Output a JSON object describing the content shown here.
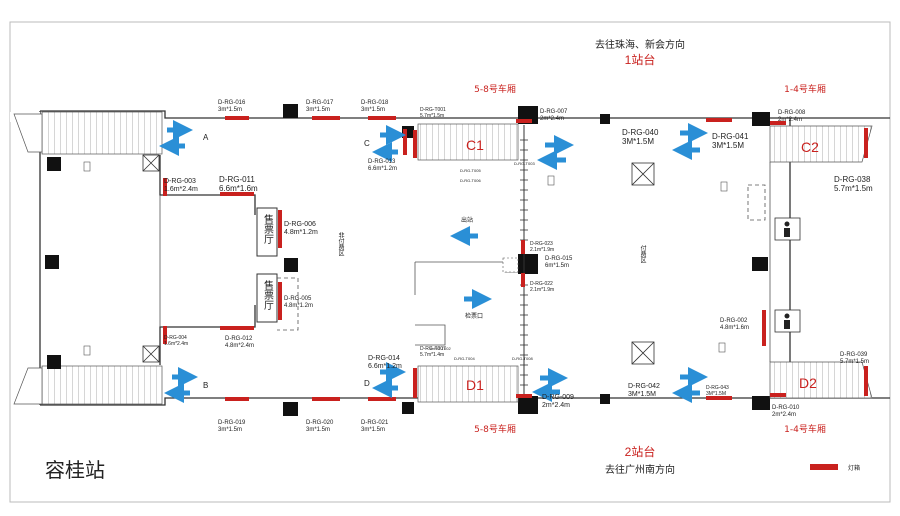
{
  "station_name": "容桂站",
  "platform1": {
    "label": "1站台",
    "direction": "去往珠海、新会方向"
  },
  "platform2": {
    "label": "2站台",
    "direction": "去往广州南方向"
  },
  "car_labels": {
    "top_mid": "5-8号车厢",
    "top_right": "1-4号车厢",
    "bottom_mid": "5-8号车厢",
    "bottom_right": "1-4号车厢"
  },
  "zones": {
    "c1": "C1",
    "c2": "C2",
    "d1": "D1",
    "d2": "D2"
  },
  "gate_letters": {
    "a": "A",
    "b": "B",
    "c": "C",
    "d": "D"
  },
  "ticket_hall_label": "售票厅",
  "area_labels": {
    "nonpaid": "非付费区",
    "paid": "付费区",
    "exit": "出站",
    "check": "检票口"
  },
  "legend": {
    "label": "灯箱",
    "color": "#c9211e"
  },
  "ads": [
    {
      "id": "D-RG-016",
      "size": "3m*1.5m"
    },
    {
      "id": "D-RG-017",
      "size": "3m*1.5m"
    },
    {
      "id": "D-RG-018",
      "size": "3m*1.5m"
    },
    {
      "id": "D-RG-T001",
      "size": "5.7m*1.5m"
    },
    {
      "id": "D-RG-007",
      "size": "2m*2.4m"
    },
    {
      "id": "D-RG-040",
      "size": "3M*1.5M"
    },
    {
      "id": "D-RG-041",
      "size": "3M*1.5M"
    },
    {
      "id": "D-RG-008",
      "size": "2m*2.4m"
    },
    {
      "id": "D-RG-038",
      "size": "5.7m*1.5m"
    },
    {
      "id": "D-RG-013",
      "size": "6.6m*1.2m"
    },
    {
      "id": "D-RG-003",
      "size": "1.6m*2.4m"
    },
    {
      "id": "D-RG-011",
      "size": "6.6m*1.6m"
    },
    {
      "id": "D-RG-006",
      "size": "4.8m*1.2m"
    },
    {
      "id": "D-RG-005",
      "size": "4.8m*1.2m"
    },
    {
      "id": "D-RG-004",
      "size": "1.6m*2.4m"
    },
    {
      "id": "D-RG-012",
      "size": "4.8m*2.4m"
    },
    {
      "id": "D-RG-023",
      "size": "2.1m*1.9m"
    },
    {
      "id": "D-RG-015",
      "size": "6m*1.5m"
    },
    {
      "id": "D-RG-022",
      "size": "2.1m*1.9m"
    },
    {
      "id": "D-RG-002",
      "size": "4.8m*1.6m"
    },
    {
      "id": "D-RG-039",
      "size": "5.7m*1.5m"
    },
    {
      "id": "D-RG-014",
      "size": "6.6m*1.2m"
    },
    {
      "id": "D-RG-T007",
      "size": "5.7m*1.4m"
    },
    {
      "id": "D-RG-009",
      "size": "2m*2.4m"
    },
    {
      "id": "D-RG-042",
      "size": "3M*1.5M"
    },
    {
      "id": "D-RG-043",
      "size": "3M*1.5M"
    },
    {
      "id": "D-RG-010",
      "size": "2m*2.4m"
    },
    {
      "id": "D-RG-019",
      "size": "3m*1.5m"
    },
    {
      "id": "D-RG-020",
      "size": "3m*1.5m"
    },
    {
      "id": "D-RG-021",
      "size": "3m*1.5m"
    }
  ],
  "small_ids": {
    "t002": "D-RG-T002",
    "t003": "D-RG-T003",
    "t004": "D-RG-T004",
    "t005": "D-RG-T005",
    "t006": "D-RG-T006",
    "t008": "D-RG-T008"
  },
  "icons": [
    "arrow-icon",
    "elevator-icon",
    "restroom-icon",
    "extinguisher-icon"
  ]
}
